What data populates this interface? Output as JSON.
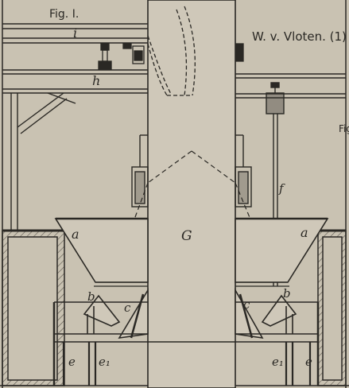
{
  "figure_label": "Fig. I.",
  "author": "W. v. Vloten. (1)",
  "cut_label": "Fig",
  "parts": {
    "G": "G",
    "i": "i",
    "h": "h",
    "f": "f",
    "a_left": "a",
    "a_right": "a",
    "b_left": "b",
    "b_right": "b",
    "c_left": "c",
    "c_right": "c",
    "e_left": "e",
    "e1_left": "e₁",
    "e1_right": "e₁",
    "e_right": "e"
  },
  "colors": {
    "paper": "#c9c2b2",
    "ink": "#2a2824",
    "hatch": "#5a554c"
  }
}
